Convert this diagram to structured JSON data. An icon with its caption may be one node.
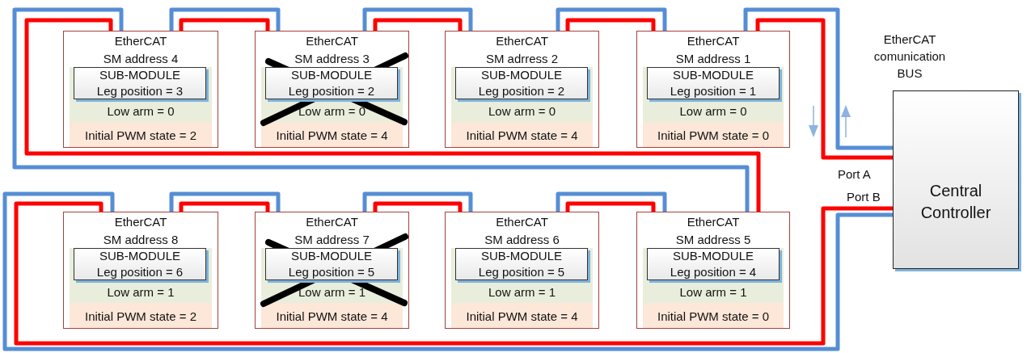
{
  "diagram": {
    "nodes": [
      {
        "text": [
          "EtherCAT",
          "SM address 4",
          "Low arm = 0",
          "Initial PWM state = 2"
        ]
      },
      {
        "text": [
          "SUB-MODULE Leg position = 3"
        ],
        "in": 0
      },
      {
        "text": [
          "EtherCAT",
          "SM address 3",
          "Low arm = 0",
          "Initial PWM state = 4"
        ]
      },
      {
        "text": [
          "SUB-MODULE Leg position = 2"
        ],
        "in": 2
      },
      {
        "text": [
          "EtherCAT",
          "SM adrress 2",
          "Low arm = 0",
          "Initial PWM state = 4"
        ]
      },
      {
        "text": [
          "SUB-MODULE Leg position = 2"
        ],
        "in": 4
      },
      {
        "text": [
          "EtherCAT",
          "SM address 1",
          "Low arm = 0",
          "Initial PWM state = 0"
        ]
      },
      {
        "text": [
          "SUB-MODULE Leg position = 1"
        ],
        "in": 6
      },
      {
        "text": [
          "Central Controller"
        ]
      },
      {
        "text": [
          "EtherCAT",
          "SM address 8",
          "Low arm = 1",
          "Initial PWM state = 2"
        ]
      },
      {
        "text": [
          "SUB-MODULE Leg position = 6"
        ],
        "in": 9
      },
      {
        "text": [
          "EtherCAT",
          "SM address 7",
          "Low arm = 1",
          "Initial PWM state = 4"
        ]
      },
      {
        "text": [
          "SUB-MODULE Leg position = 5"
        ],
        "in": 11
      },
      {
        "text": [
          "EtherCAT",
          "SM address 6",
          "Low arm = 1",
          "Initial PWM state = 4"
        ]
      },
      {
        "text": [
          "SUB-MODULE Leg position = 5"
        ],
        "in": 13
      },
      {
        "text": [
          "EtherCAT",
          "SM address 5",
          "Low arm = 1",
          "Initial PWM state = 0"
        ]
      },
      {
        "text": [
          "SUB-MODULE Leg position = 4"
        ],
        "in": 15
      }
    ],
    "edges": [
      {
        "from": 8,
        "to": 6,
        "arrow": "none",
        "color": "#ff0000"
      },
      {
        "from": 6,
        "to": 4,
        "arrow": "none",
        "color": "#ff0000"
      },
      {
        "from": 4,
        "to": 2,
        "arrow": "none",
        "color": "#ff0000"
      },
      {
        "from": 2,
        "to": 0,
        "arrow": "none",
        "color": "#ff0000"
      },
      {
        "from": 0,
        "to": 15,
        "arrow": "none",
        "color": "#ff0000"
      },
      {
        "from": 15,
        "to": 13,
        "arrow": "none",
        "color": "#ff0000"
      },
      {
        "from": 13,
        "to": 11,
        "arrow": "none",
        "color": "#ff0000"
      },
      {
        "from": 11,
        "to": 9,
        "arrow": "none",
        "color": "#ff0000"
      },
      {
        "from": 9,
        "to": 8,
        "arrow": "none",
        "color": "#ff0000"
      },
      {
        "from": 8,
        "to": 6,
        "arrow": "none",
        "color": "#558ed5"
      },
      {
        "from": 6,
        "to": 4,
        "arrow": "none",
        "color": "#558ed5"
      },
      {
        "from": 4,
        "to": 2,
        "arrow": "none",
        "color": "#558ed5"
      },
      {
        "from": 2,
        "to": 0,
        "arrow": "none",
        "color": "#558ed5"
      },
      {
        "from": 0,
        "to": 15,
        "arrow": "none",
        "color": "#558ed5"
      },
      {
        "from": 15,
        "to": 13,
        "arrow": "none",
        "color": "#558ed5"
      },
      {
        "from": 13,
        "to": 11,
        "arrow": "none",
        "color": "#558ed5"
      },
      {
        "from": 11,
        "to": 9,
        "arrow": "none",
        "color": "#558ed5"
      },
      {
        "from": 9,
        "to": 8,
        "arrow": "none",
        "color": "#558ed5"
      }
    ],
    "labels": [
      "EtherCAT comunication BUS",
      "Port A",
      "Port B"
    ]
  }
}
